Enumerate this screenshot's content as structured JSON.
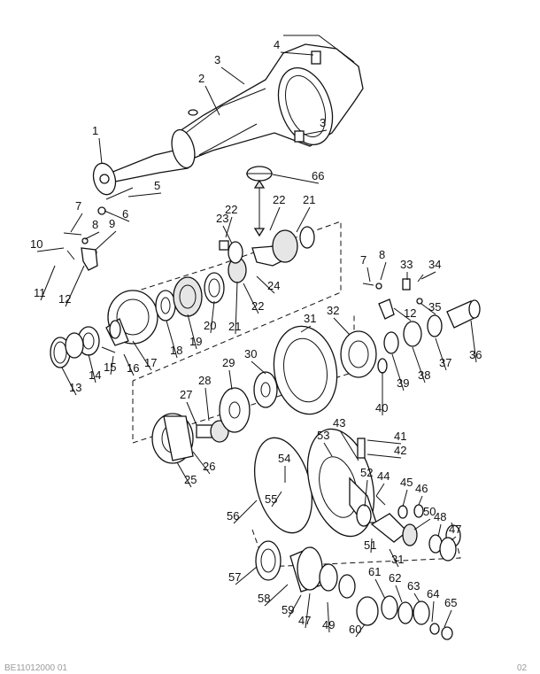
{
  "callouts": [
    "1",
    "2",
    "3",
    "4",
    "3",
    "5",
    "6",
    "7",
    "8",
    "9",
    "10",
    "11",
    "12",
    "13",
    "14",
    "15",
    "16",
    "17",
    "18",
    "19",
    "20",
    "21",
    "22",
    "23",
    "22",
    "21",
    "22",
    "24",
    "66",
    "7",
    "8",
    "33",
    "34",
    "12",
    "35",
    "36",
    "37",
    "38",
    "39",
    "40",
    "31",
    "32",
    "29",
    "30",
    "28",
    "27",
    "26",
    "25",
    "41",
    "42",
    "43",
    "53",
    "54",
    "55",
    "56",
    "52",
    "44",
    "45",
    "46",
    "50",
    "48",
    "47",
    "51",
    "31",
    "57",
    "58",
    "59",
    "47",
    "49",
    "60",
    "61",
    "62",
    "63",
    "64",
    "65"
  ],
  "footer": {
    "left": "BE11012000 01",
    "right": "02"
  }
}
